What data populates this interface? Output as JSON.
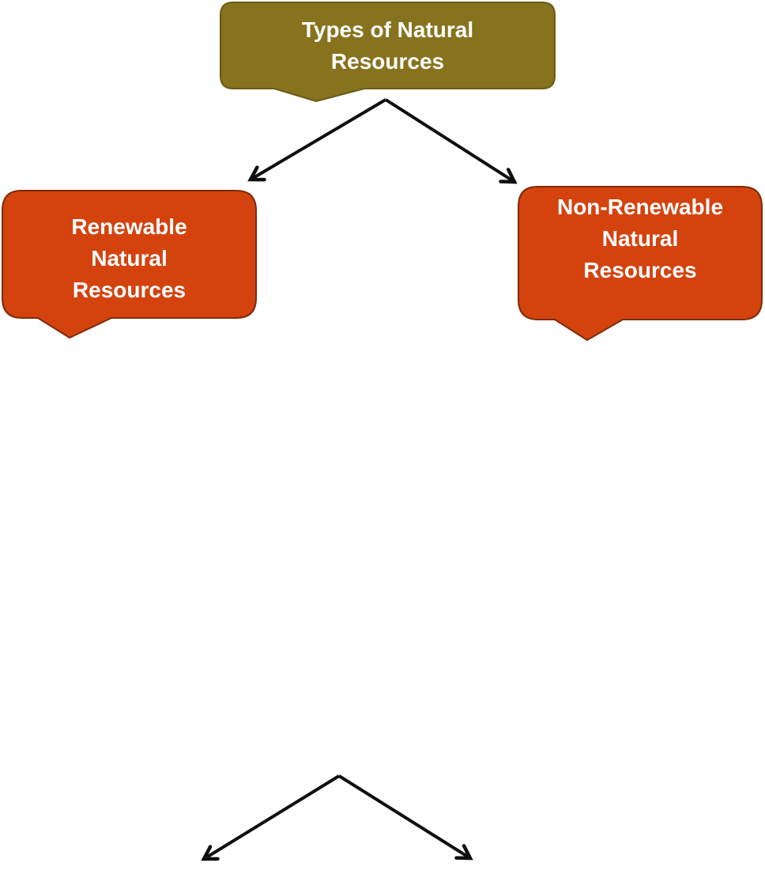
{
  "diagram": {
    "nodes": [
      {
        "id": "root",
        "label": "Types of Natural\nResources",
        "level": "root"
      },
      {
        "id": "renewable",
        "label": "Renewable\nNatural\nResources",
        "level": "child"
      },
      {
        "id": "non_renewable",
        "label": "Non-Renewable\nNatural\nResources",
        "level": "child"
      }
    ],
    "edges": [
      {
        "from": "root",
        "to": "renewable"
      },
      {
        "from": "root",
        "to": "non_renewable"
      },
      {
        "from": "lower-branch-apex",
        "to": "unlabeled-left"
      },
      {
        "from": "lower-branch-apex",
        "to": "unlabeled-right"
      }
    ]
  },
  "colors": {
    "background": "#ffffff",
    "root-fill": "#87731e",
    "root-border": "#6a5a14",
    "child-fill": "#d4430e",
    "child-border": "#7d2b09",
    "arrow": "#0f0f0f",
    "node-text": "#ffffff"
  }
}
